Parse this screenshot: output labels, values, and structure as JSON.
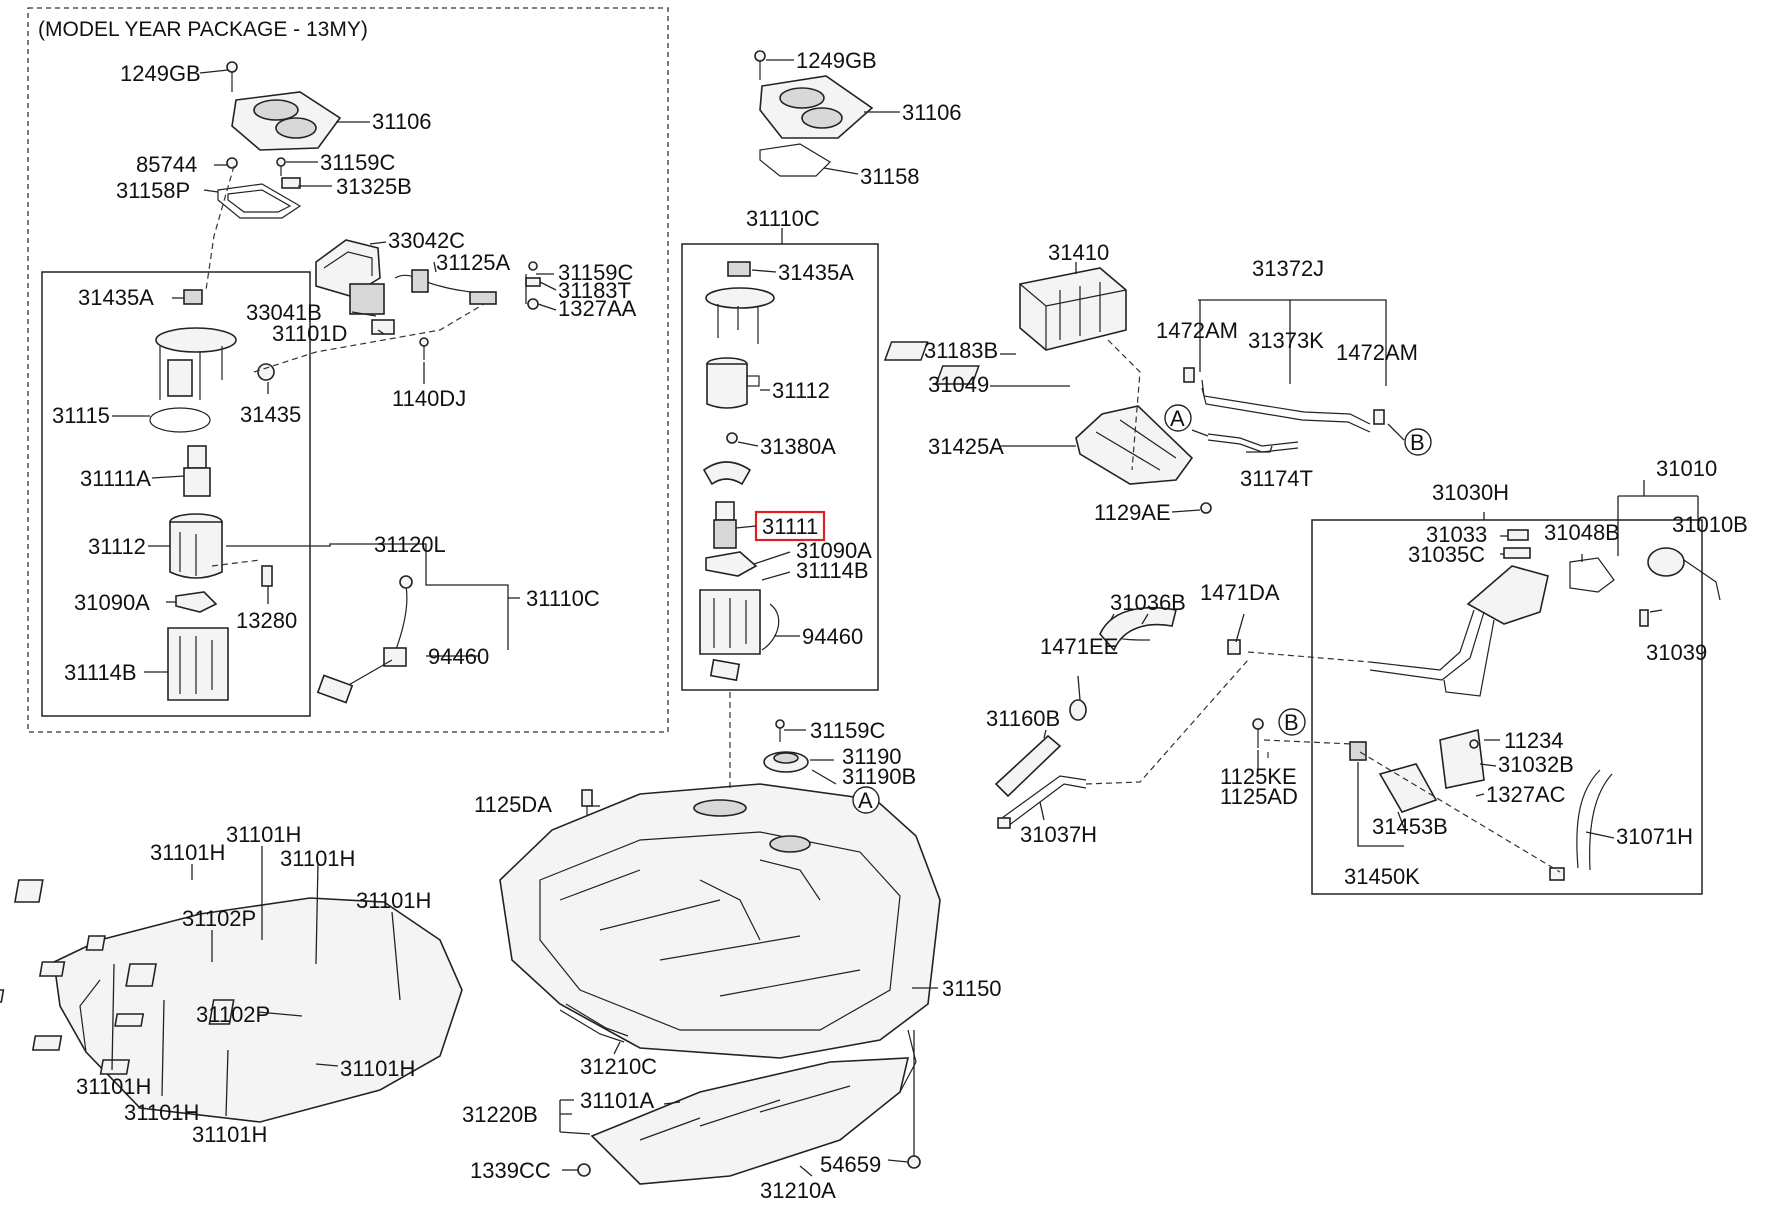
{
  "header": {
    "package": "(MODEL YEAR PACKAGE - 13MY)"
  },
  "highlight_color": "#e0201f",
  "highlighted_part": "31111",
  "refs": {
    "a": "A",
    "b": "B"
  },
  "labels": {
    "p1249gb_l": "1249GB",
    "p31106_l": "31106",
    "p85744": "85744",
    "p31159c_l": "31159C",
    "p31158p": "31158P",
    "p31325b": "31325B",
    "p33042c": "33042C",
    "p31125a": "31125A",
    "p31159c_l2": "31159C",
    "p31183t": "31183T",
    "p1327aa": "1327AA",
    "p31435a_l": "31435A",
    "p33041b": "33041B",
    "p31101d": "31101D",
    "p1140dj": "1140DJ",
    "p31435": "31435",
    "p31115": "31115",
    "p31111a": "31111A",
    "p31112_l": "31112",
    "p31120l": "31120L",
    "p31110c_l": "31110C",
    "p31090a_l": "31090A",
    "p13280": "13280",
    "p94460_l": "94460",
    "p31114b_l": "31114B",
    "p1249gb_c": "1249GB",
    "p31106_c": "31106",
    "p31158_c": "31158",
    "p31110c_c": "31110C",
    "p31435a_c": "31435A",
    "p31112_c": "31112",
    "p31380a": "31380A",
    "p31111_c": "31111",
    "p31090a_c": "31090A",
    "p31114b_c": "31114B",
    "p94460_c": "94460",
    "p31410": "31410",
    "p31372j": "31372J",
    "p31183b": "31183B",
    "p1472am_1": "1472AM",
    "p31373k": "31373K",
    "p1472am_2": "1472AM",
    "p31049": "31049",
    "p31425a": "31425A",
    "p31174t": "31174T",
    "p1129ae": "1129AE",
    "p31010": "31010",
    "p31030h": "31030H",
    "p31033": "31033",
    "p31048b": "31048B",
    "p31010b": "31010B",
    "p31035c": "31035C",
    "p31036b": "31036B",
    "p1471da": "1471DA",
    "p1471ee": "1471EE",
    "p31039": "31039",
    "p31160b": "31160B",
    "p11234": "11234",
    "p31032b": "31032B",
    "p1125ke": "1125KE",
    "p1125ad": "1125AD",
    "p1327ac": "1327AC",
    "p31159c_m": "31159C",
    "p31190": "31190",
    "p31190b": "31190B",
    "p1125da": "1125DA",
    "p31037h": "31037H",
    "p31453b": "31453B",
    "p31071h": "31071H",
    "p31450k": "31450K",
    "p31101h_1": "31101H",
    "p31101h_2": "31101H",
    "p31101h_3": "31101H",
    "p31101h_4": "31101H",
    "p31102p_1": "31102P",
    "p31102p_2": "31102P",
    "p31101h_5": "31101H",
    "p31101h_6": "31101H",
    "p31101h_7": "31101H",
    "p31101h_8": "31101H",
    "p31150": "31150",
    "p31210c": "31210C",
    "p31220b": "31220B",
    "p31101a": "31101A",
    "p1339cc": "1339CC",
    "p54659": "54659",
    "p31210a": "31210A"
  }
}
